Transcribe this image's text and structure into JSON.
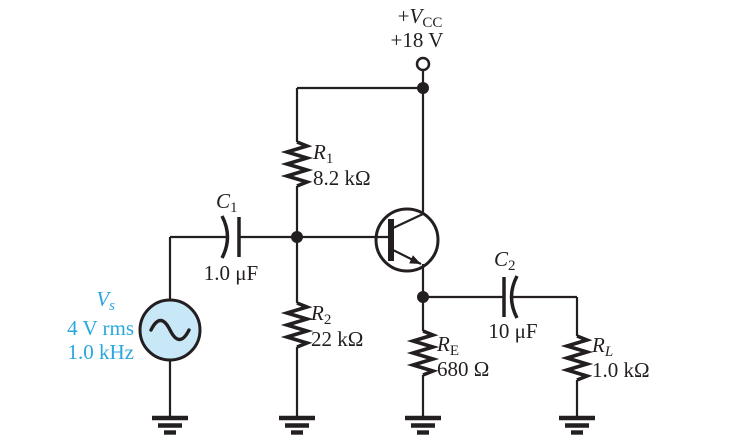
{
  "figure": {
    "background": "#ffffff",
    "ink_color": "#231f20",
    "accent_blue": "#2aa7dd",
    "source_fill": "#c8e8f7",
    "type": "common-collector transistor amplifier schematic"
  },
  "supply": {
    "prefix": "+",
    "name": "V",
    "sub": "CC",
    "voltage": "+18 V"
  },
  "components": {
    "r1": {
      "name": "R",
      "sub": "1",
      "value": "8.2 kΩ"
    },
    "r2": {
      "name": "R",
      "sub": "2",
      "value": "22 kΩ"
    },
    "re": {
      "name": "R",
      "sub": "E",
      "value": "680 Ω"
    },
    "rl": {
      "name": "R",
      "sub": "L",
      "value": "1.0 kΩ"
    },
    "c1": {
      "name": "C",
      "sub": "1",
      "value": "1.0 μF"
    },
    "c2": {
      "name": "C",
      "sub": "2",
      "value": "10 μF"
    },
    "vs": {
      "name": "V",
      "sub": "s",
      "rms": "4 V rms",
      "freq": "1.0 kHz"
    }
  }
}
